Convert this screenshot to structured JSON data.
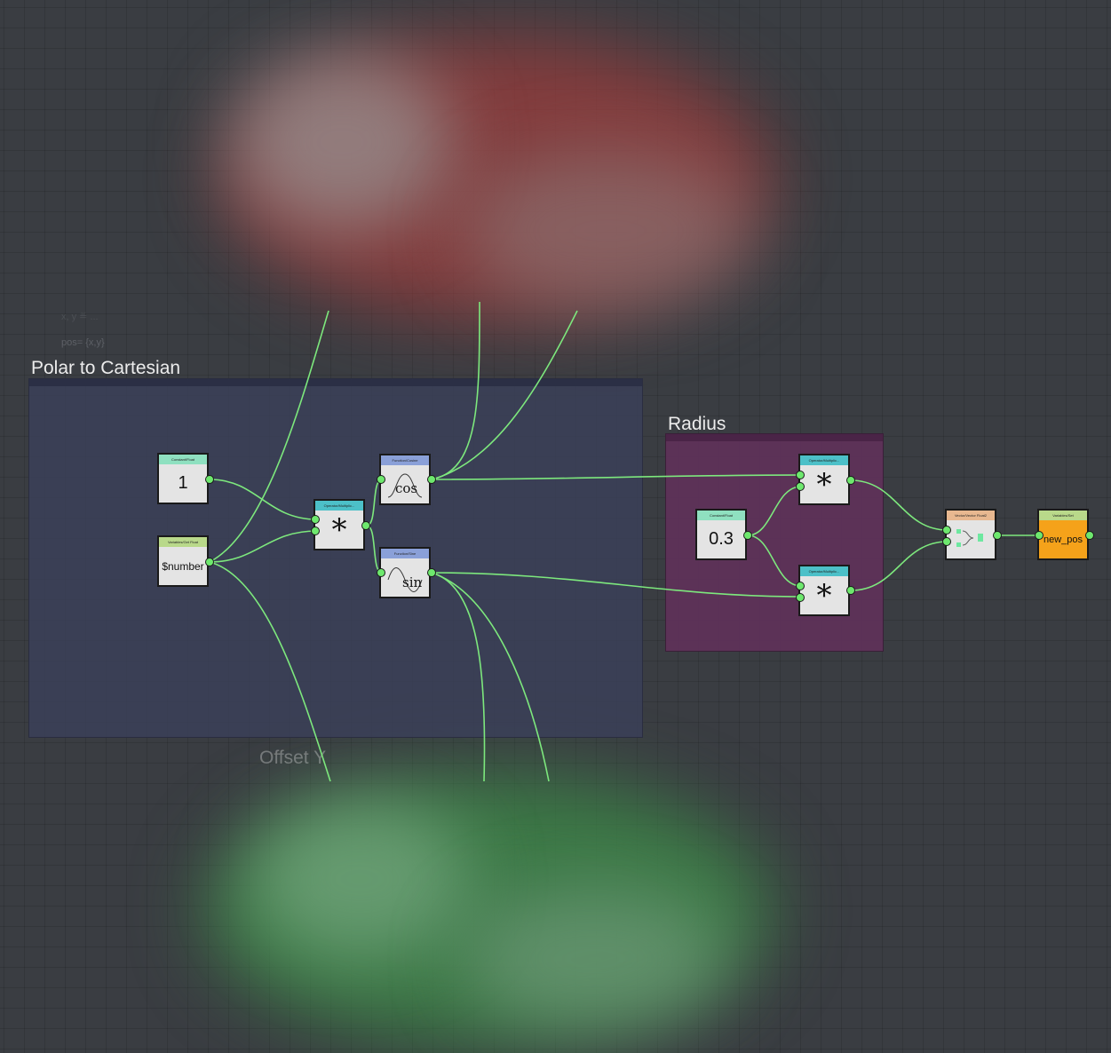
{
  "groups": {
    "polar": {
      "title": "Polar to Cartesian",
      "color": "#3b3f58",
      "bar_color": "#2b2f45"
    },
    "radius": {
      "title": "Radius",
      "color": "#5e3258",
      "bar_color": "#4a2447"
    },
    "offset_y": {
      "title": "Offset Y"
    }
  },
  "background_text": {
    "line1": "pos= {x,y}",
    "line2": "x, y ≝ ..."
  },
  "nodes": {
    "const1": {
      "header": "Constant/Float",
      "value": "1",
      "header_color": "#8fe0c0"
    },
    "getfloat": {
      "header": "Variables/Get Float",
      "value": "$number",
      "header_color": "#b9d98a"
    },
    "mul1": {
      "header": "Operator/Multiplic...",
      "value": "*",
      "header_color": "#4cc0c8"
    },
    "cos": {
      "header": "Function/Cosine",
      "value": "cos",
      "header_color": "#8aa0d8"
    },
    "sin": {
      "header": "Function/Sine",
      "value": "sin",
      "header_color": "#8aa0d8"
    },
    "const03": {
      "header": "Constant/Float",
      "value": "0.3",
      "header_color": "#8fe0c0"
    },
    "mul2": {
      "header": "Operator/Multiplic...",
      "value": "*",
      "header_color": "#4cc0c8"
    },
    "mul3": {
      "header": "Operator/Multiplic...",
      "value": "*",
      "header_color": "#4cc0c8"
    },
    "vecfloat2": {
      "header": "Vector/Vector Float2",
      "value": "",
      "header_color": "#e8b890"
    },
    "setvar": {
      "header": "Variables/Set",
      "value": "new_pos",
      "header_color": "#b9d98a",
      "body_color": "#f5a21a"
    }
  },
  "colors": {
    "wire": "#7de87d",
    "port": "#6ee86e"
  }
}
